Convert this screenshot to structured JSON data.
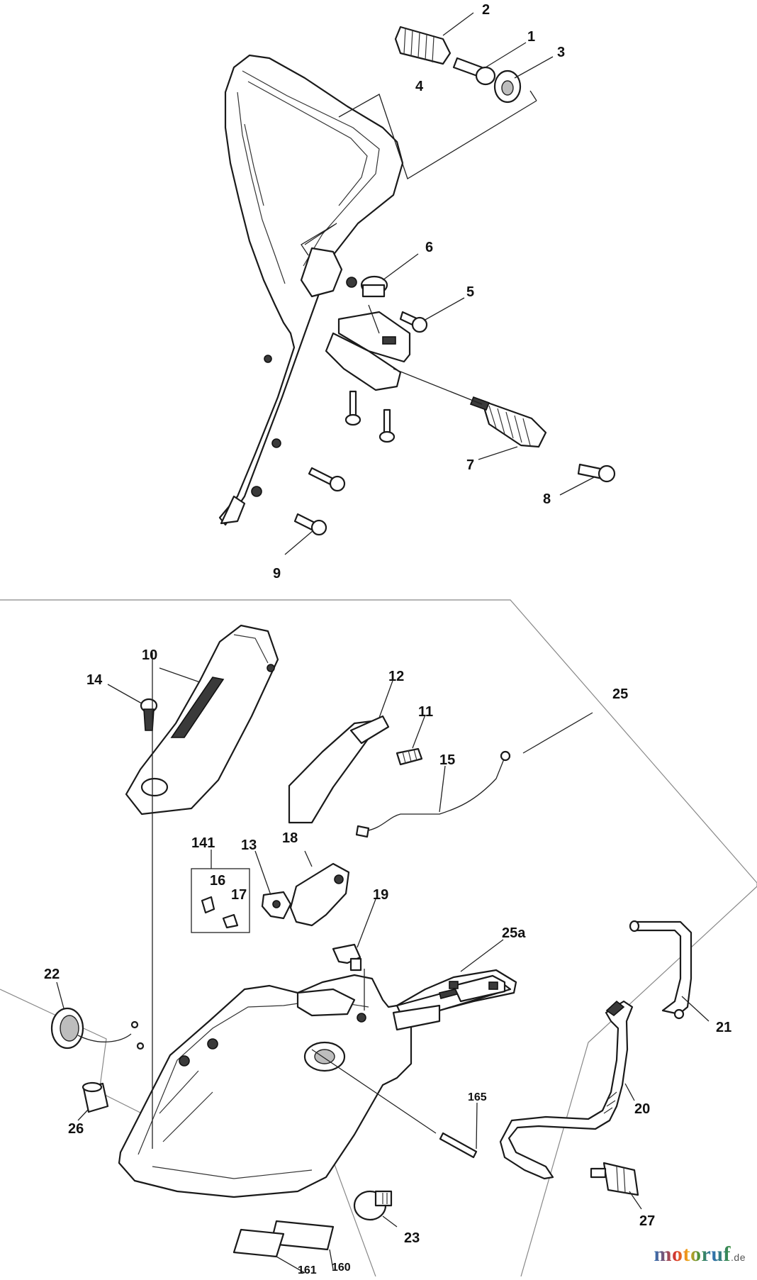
{
  "diagram": {
    "callouts": {
      "c1": "1",
      "c2": "2",
      "c3": "3",
      "c4": "4",
      "c5": "5",
      "c6": "6",
      "c7": "7",
      "c8": "8",
      "c9": "9",
      "c10": "10",
      "c11": "11",
      "c12": "12",
      "c13": "13",
      "c14": "14",
      "c15": "15",
      "c16": "16",
      "c17": "17",
      "c18": "18",
      "c19": "19",
      "c20": "20",
      "c21": "21",
      "c22": "22",
      "c23": "23",
      "c25": "25",
      "c25a": "25a",
      "c26": "26",
      "c27": "27",
      "c141": "141",
      "c160": "160",
      "c161": "161",
      "c165": "165"
    }
  },
  "watermark": {
    "brand": "motoruf",
    "tld": ".de"
  }
}
